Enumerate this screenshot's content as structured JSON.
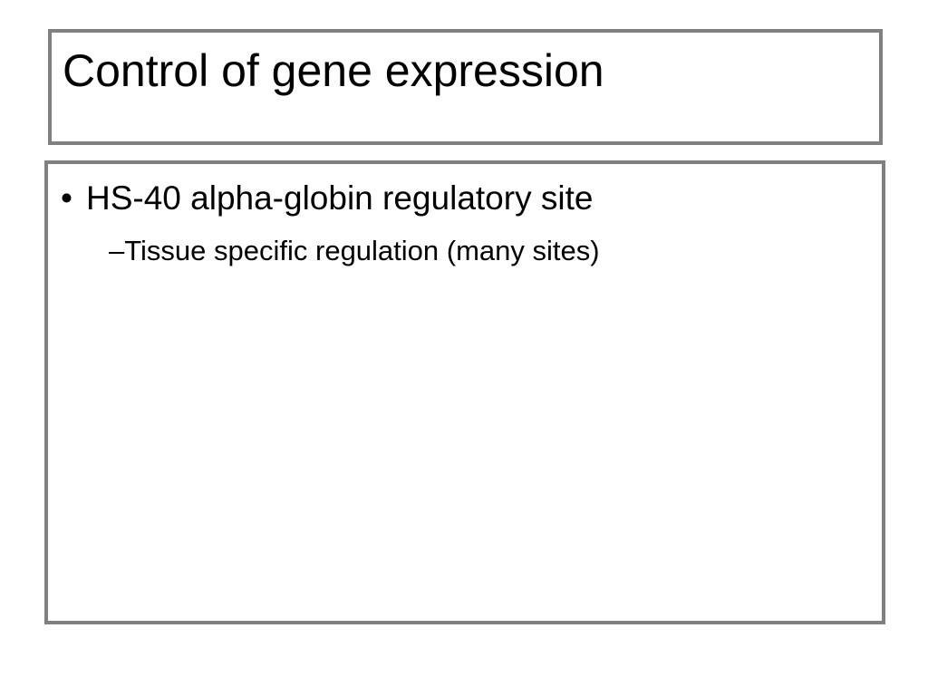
{
  "slide": {
    "title": "Control of gene expression",
    "bullets": [
      {
        "marker": "•",
        "text": "HS-40 alpha-globin regulatory site",
        "sub": [
          {
            "marker": "–",
            "text": "Tissue specific regulation (many sites)"
          }
        ]
      }
    ]
  }
}
